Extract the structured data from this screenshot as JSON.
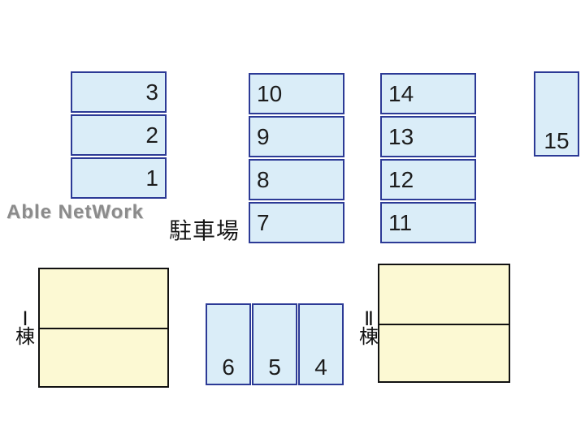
{
  "watermark": {
    "text": "Able NetWork"
  },
  "site_label": {
    "text": "駐車場"
  },
  "buildings": {
    "b1": {
      "numeral": "Ⅰ",
      "suffix": "棟"
    },
    "b2": {
      "numeral": "Ⅱ",
      "suffix": "棟"
    }
  },
  "parking": {
    "col_left": {
      "spaces": [
        "3",
        "2",
        "1"
      ]
    },
    "col_mid": {
      "spaces": [
        "10",
        "9",
        "8",
        "7"
      ]
    },
    "col_right": {
      "spaces": [
        "14",
        "13",
        "12",
        "11"
      ]
    },
    "single": {
      "space": "15"
    },
    "row_bottom": {
      "spaces": [
        "6",
        "5",
        "4"
      ]
    }
  },
  "colors": {
    "space_fill": "#daedf8",
    "space_border": "#2c3a96",
    "building_fill": "#fcf9d3",
    "building_border": "#111111",
    "number": "#1c1c1c",
    "watermark": "#8b8b8b",
    "background": "#ffffff"
  }
}
